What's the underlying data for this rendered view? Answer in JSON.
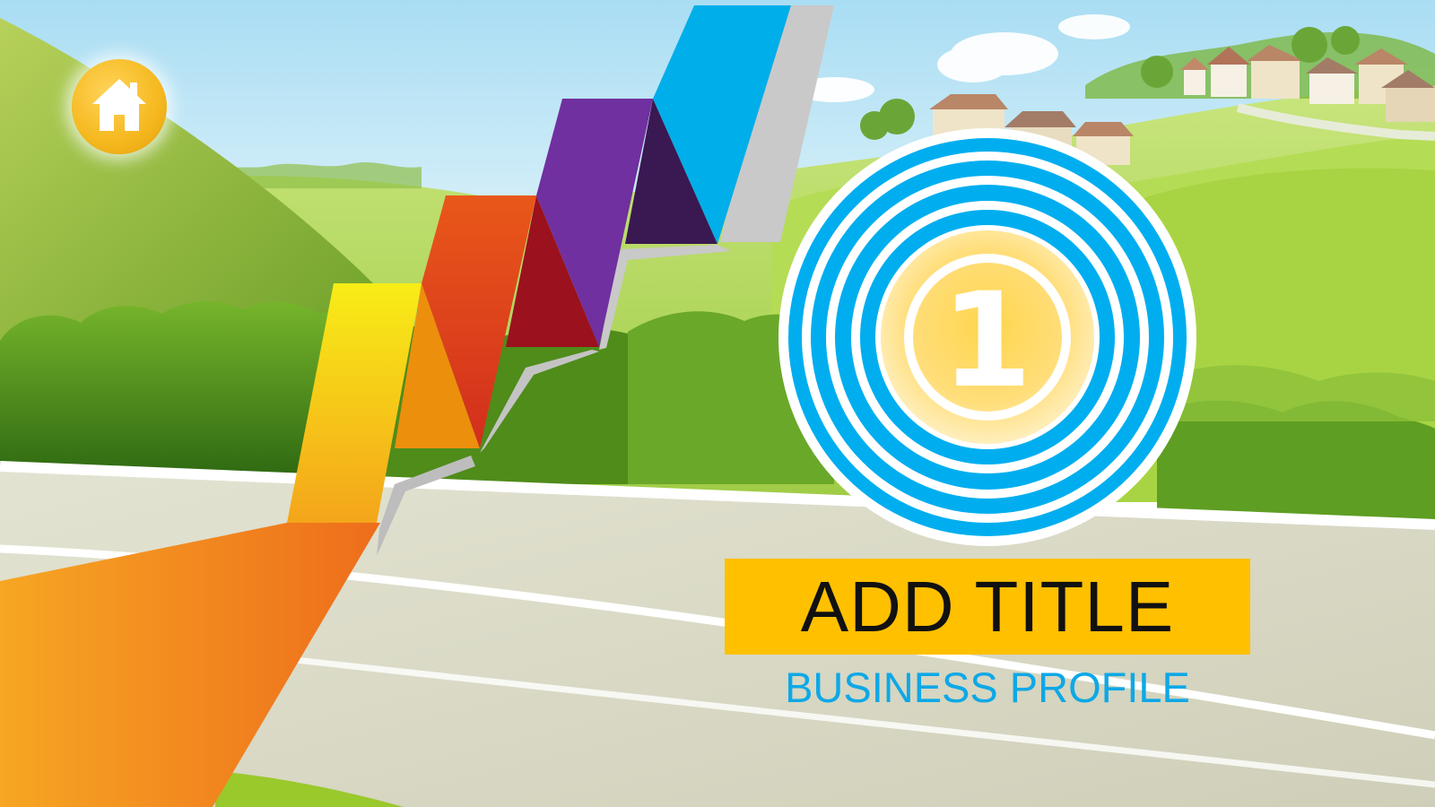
{
  "slide": {
    "home_button": {
      "icon": "home-icon"
    },
    "badge": {
      "number": "1"
    },
    "title": "ADD TITLE",
    "subtitle": "BUSINESS PROFILE"
  },
  "colors": {
    "sky_top": "#bfe6f7",
    "hill_green": "#9bc442",
    "hedge_green": "#5a9d1f",
    "road_gray": "#dcdcc8",
    "home_gold": "#f5b81e",
    "ring_blue": "#00aeef",
    "title_bar": "#ffc000",
    "subtitle_blue": "#0ea8e6",
    "step_yellow": "#f7e71c",
    "step_orange": "#f39c12",
    "step_red": "#e8471d",
    "step_purple": "#7030a0",
    "step_blue": "#00a2e8"
  }
}
